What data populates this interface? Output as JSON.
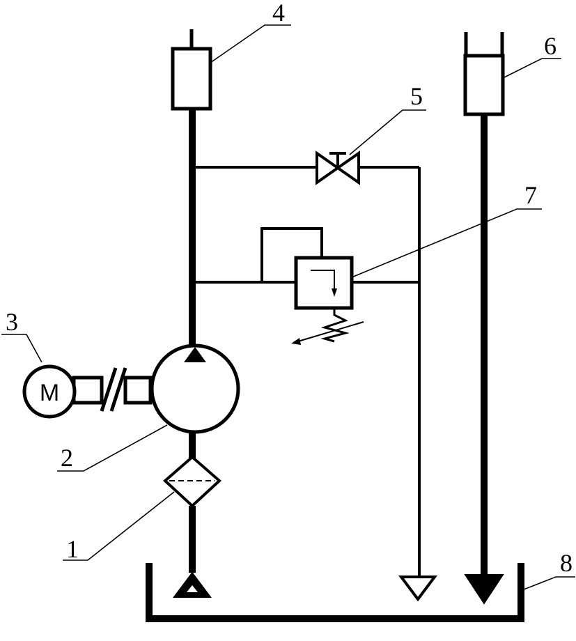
{
  "callouts": {
    "c1": "1",
    "c2": "2",
    "c3": "3",
    "c4": "4",
    "c5": "5",
    "c6": "6",
    "c7": "7",
    "c8": "8"
  },
  "motor": {
    "letter": "M"
  },
  "colors": {
    "line": "#000000",
    "background": "#ffffff"
  }
}
